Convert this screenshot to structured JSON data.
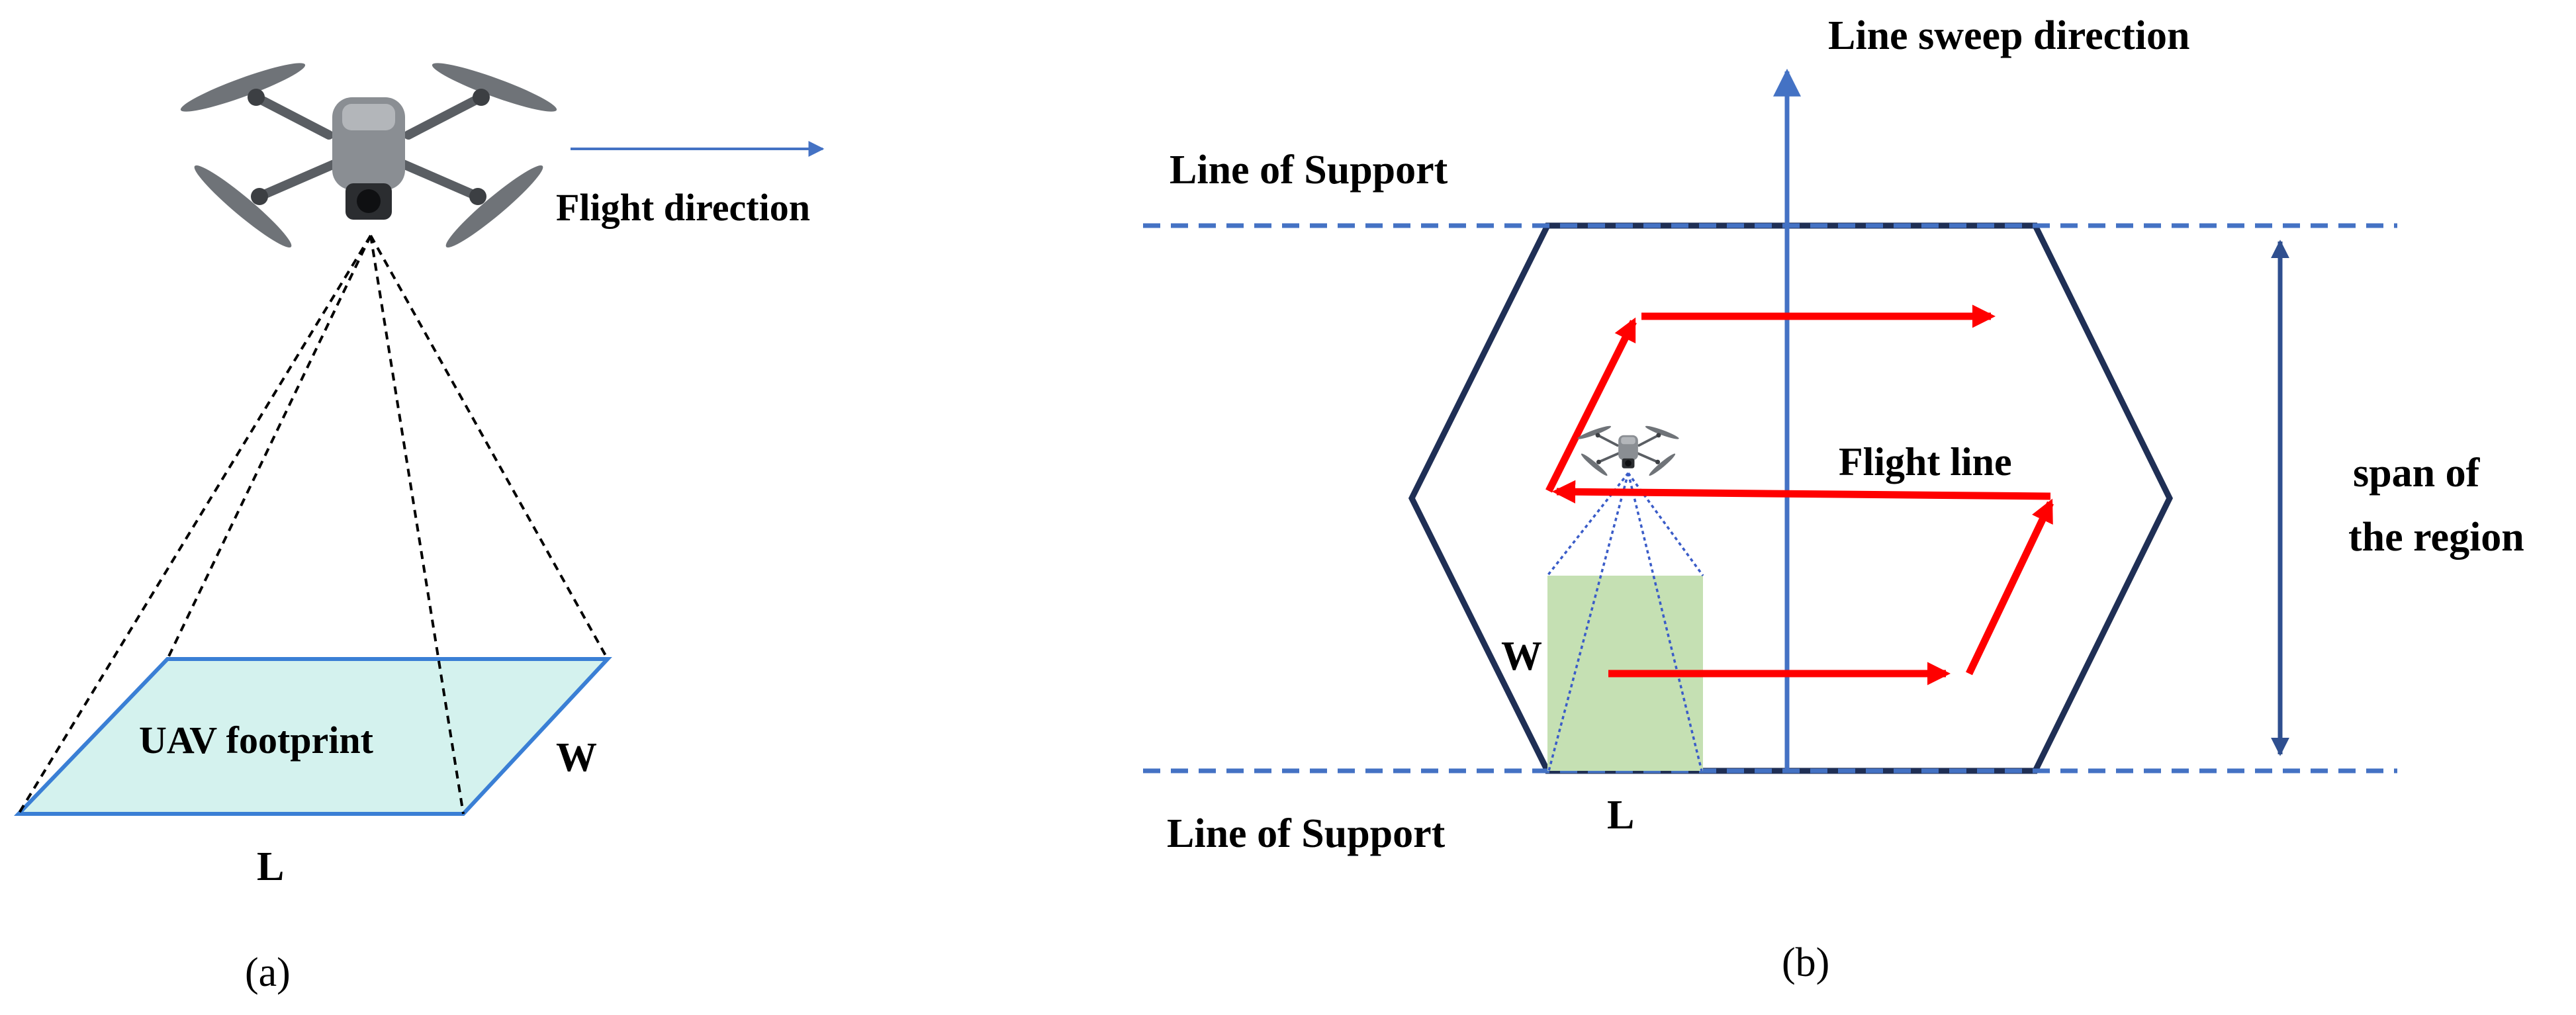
{
  "panel_a": {
    "caption": "(a)",
    "footprint_label": "UAV footprint",
    "length_label": "L",
    "width_label": "W",
    "flight_direction_label": "Flight direction"
  },
  "panel_b": {
    "caption": "(b)",
    "sweep_label": "Line sweep direction",
    "support_top_label": "Line of Support",
    "support_bottom_label": "Line of Support",
    "flight_line_label": "Flight line",
    "span_label_line1": "span of",
    "span_label_line2": "the region",
    "length_label": "L",
    "width_label": "W"
  },
  "colors": {
    "footprint_fill": "#d4f2ee",
    "footprint_stroke": "#3a7fd5",
    "region_stroke": "#1f2f55",
    "support_line": "#4472c4",
    "sweep_arrow": "#4472c4",
    "flight_path": "#ff0000",
    "coverage_fill": "#c5e0b3",
    "span_arrow": "#2f4f8f"
  },
  "icons": {
    "drone_large": "drone-icon",
    "drone_small": "drone-icon"
  }
}
